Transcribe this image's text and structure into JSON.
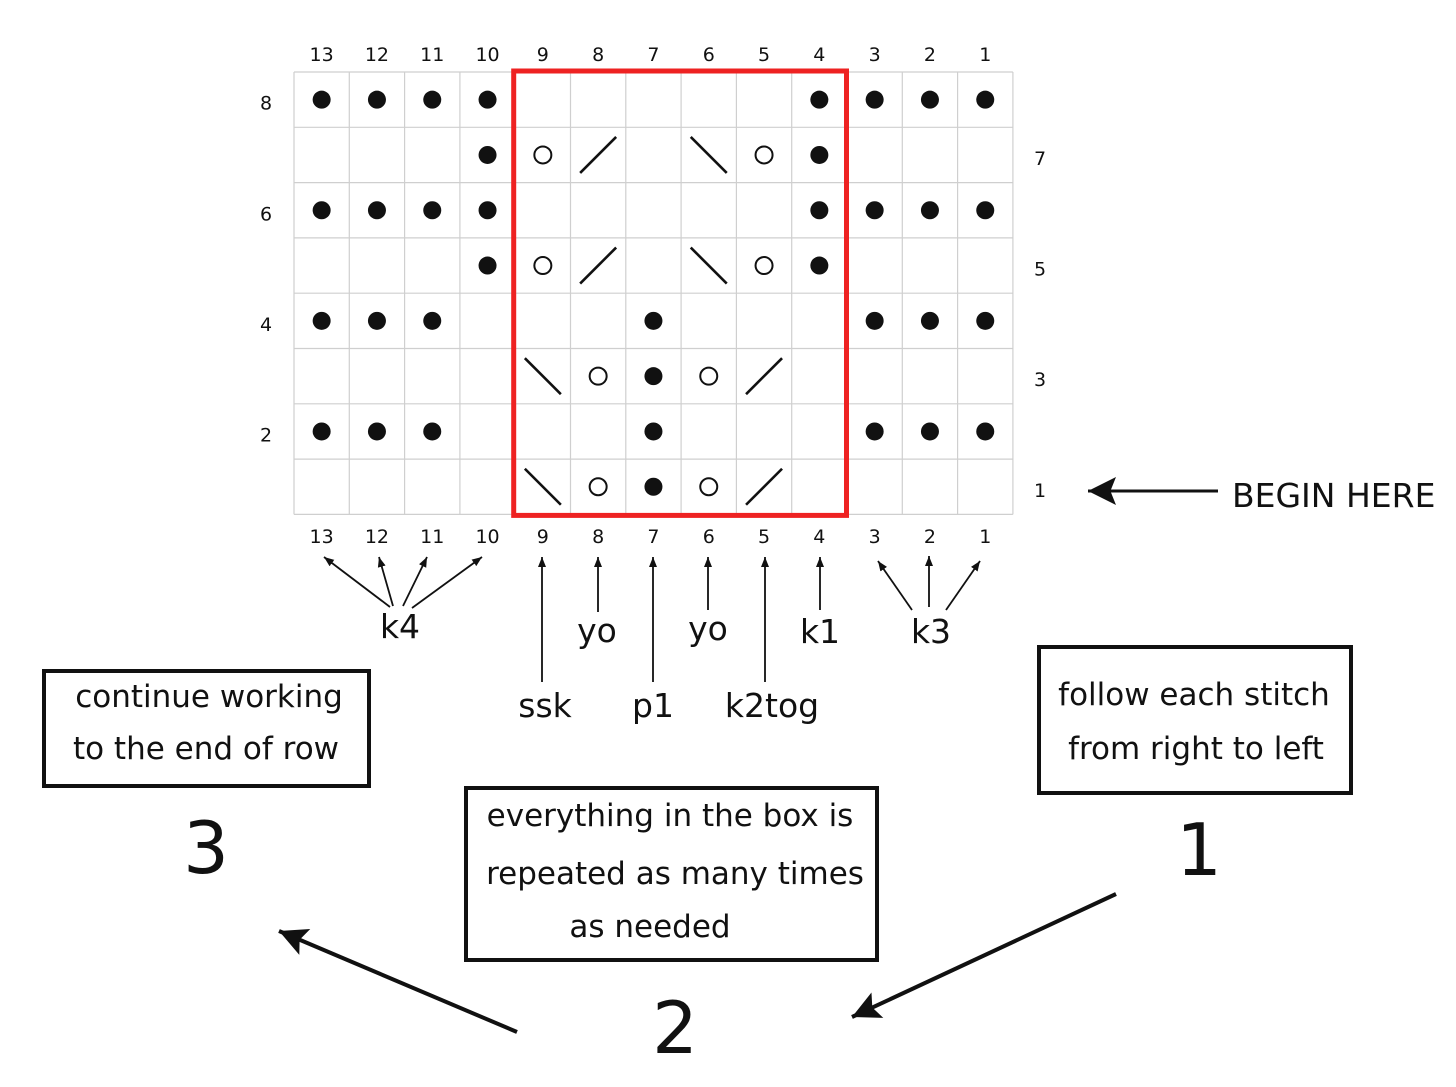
{
  "chart": {
    "columns": 13,
    "rows": 8,
    "repeat_box": {
      "from_column": 4,
      "to_column": 9,
      "color": "#ee2222"
    },
    "column_numbers_top": [
      "13",
      "12",
      "11",
      "10",
      "9",
      "8",
      "7",
      "6",
      "5",
      "4",
      "3",
      "2",
      "1"
    ],
    "column_numbers_bottom": [
      "13",
      "12",
      "11",
      "10",
      "9",
      "8",
      "7",
      "6",
      "5",
      "4",
      "3",
      "2",
      "1"
    ],
    "row_numbers_left": [
      "8",
      "6",
      "4",
      "2"
    ],
    "row_numbers_right": [
      "7",
      "5",
      "3",
      "1"
    ],
    "stitch_grid": [
      [
        "p",
        "p",
        "p",
        "p",
        "",
        "",
        "",
        "",
        "",
        "p",
        "p",
        "p",
        "p"
      ],
      [
        "",
        "",
        "",
        "p",
        "yo",
        "k2tog",
        "",
        "ssk",
        "yo",
        "p",
        "",
        "",
        ""
      ],
      [
        "p",
        "p",
        "p",
        "p",
        "",
        "",
        "",
        "",
        "",
        "p",
        "p",
        "p",
        "p"
      ],
      [
        "",
        "",
        "",
        "p",
        "yo",
        "k2tog",
        "",
        "ssk",
        "yo",
        "p",
        "",
        "",
        ""
      ],
      [
        "p",
        "p",
        "p",
        "",
        "",
        "",
        "p",
        "",
        "",
        "",
        "p",
        "p",
        "p"
      ],
      [
        "",
        "",
        "",
        "",
        "ssk",
        "yo",
        "p",
        "yo",
        "k2tog",
        "",
        "",
        "",
        ""
      ],
      [
        "p",
        "p",
        "p",
        "",
        "",
        "",
        "p",
        "",
        "",
        "",
        "p",
        "p",
        "p"
      ],
      [
        "",
        "",
        "",
        "",
        "ssk",
        "yo",
        "p",
        "yo",
        "k2tog",
        "",
        "",
        "",
        ""
      ]
    ]
  },
  "begin_here": "BEGIN HERE",
  "stitch_labels": {
    "k4": "k4",
    "yo_left": "yo",
    "yo_right": "yo",
    "k1": "k1",
    "k3": "k3",
    "ssk": "ssk",
    "p1": "p1",
    "k2tog": "k2tog"
  },
  "notes": {
    "step1_lines": [
      "follow each stitch",
      "from right to left"
    ],
    "step2_lines": [
      "everything in the box is",
      "repeated as many times",
      "as needed"
    ],
    "step3_lines": [
      "continue working",
      "to the end of row"
    ]
  },
  "steps": {
    "one": "1",
    "two": "2",
    "three": "3"
  }
}
